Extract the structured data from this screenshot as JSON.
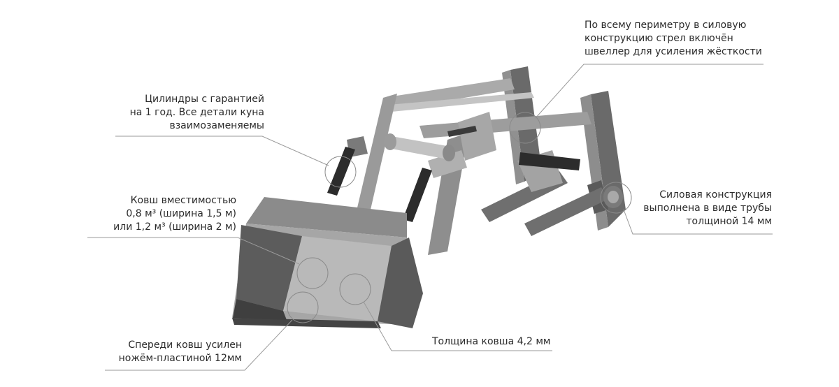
{
  "annotations": {
    "cylinders": [
      "Цилиндры с гарантией",
      "на 1 год. Все детали куна",
      "взаимозаменяемы"
    ],
    "channel": [
      "По всему периметру в силовую",
      "конструкцию стрел включён",
      "швеллер для усиления жёсткости"
    ],
    "bucket_capacity": [
      "Ковш вместимостью",
      "0,8 м³ (ширина 1,5 м)",
      "или 1,2 м³  (ширина 2 м)"
    ],
    "tube": [
      "Силовая конструкция",
      "выполнена в виде трубы",
      "толщиной 14 мм"
    ],
    "bucket_thickness": [
      "Толщина ковша 4,2 мм"
    ],
    "front_blade": [
      "Спереди ковш усилен",
      "ножём-пластиной 12мм"
    ]
  },
  "colors": {
    "steel_dark": "#5b5b5b",
    "steel_mid": "#8a8a8a",
    "steel_light": "#b9b9b9",
    "cylinder": "#2c2c2c",
    "leader": "#9a9a9a"
  }
}
